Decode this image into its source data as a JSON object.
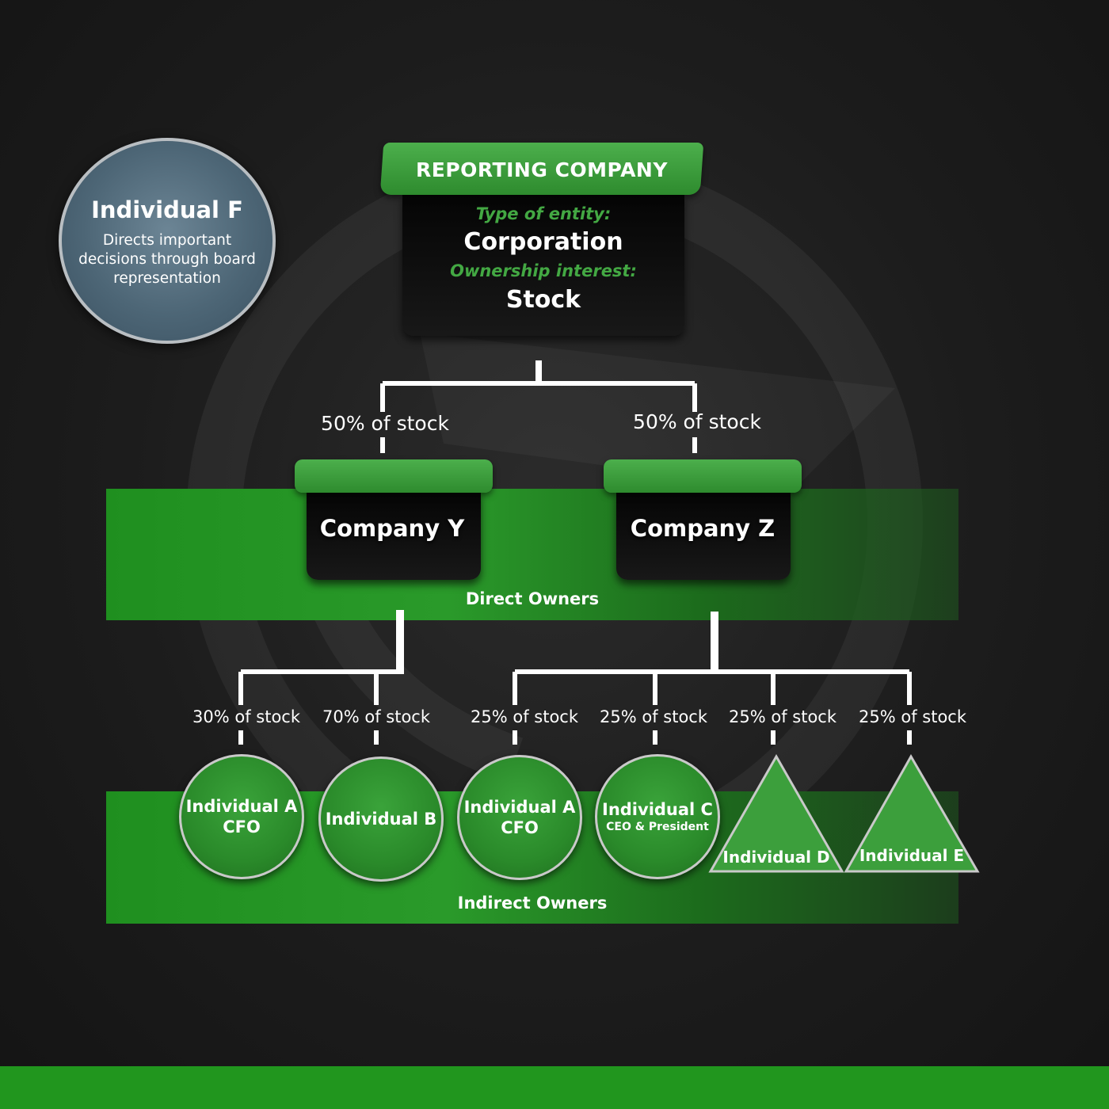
{
  "reporting_company": {
    "title": "REPORTING COMPANY",
    "entity_label": "Type of entity:",
    "entity_value": "Corporation",
    "interest_label": "Ownership interest:",
    "interest_value": "Stock"
  },
  "individual_f": {
    "name": "Individual F",
    "description": "Directs important decisions through board representation"
  },
  "direct_owners": {
    "band_label": "Direct Owners",
    "companies": [
      {
        "name": "Company Y",
        "stake": "50% of stock"
      },
      {
        "name": "Company Z",
        "stake": "50% of stock"
      }
    ]
  },
  "indirect_owners": {
    "band_label": "Indirect Owners",
    "individuals": [
      {
        "name": "Individual A",
        "role": "CFO",
        "stake": "30% of stock",
        "shape": "circle"
      },
      {
        "name": "Individual B",
        "role": "",
        "stake": "70% of stock",
        "shape": "circle"
      },
      {
        "name": "Individual A",
        "role": "CFO",
        "stake": "25% of stock",
        "shape": "circle"
      },
      {
        "name": "Individual C",
        "role": "CEO & President",
        "stake": "25% of stock",
        "shape": "circle"
      },
      {
        "name": "Individual D",
        "role": "",
        "stake": "25% of stock",
        "shape": "triangle"
      },
      {
        "name": "Individual E",
        "role": "",
        "stake": "25% of stock",
        "shape": "triangle"
      }
    ]
  },
  "colors": {
    "accent_green": "#2e8b2e",
    "label_green": "#43a843",
    "background": "#1c1c1c",
    "footer_green": "#21961e"
  }
}
